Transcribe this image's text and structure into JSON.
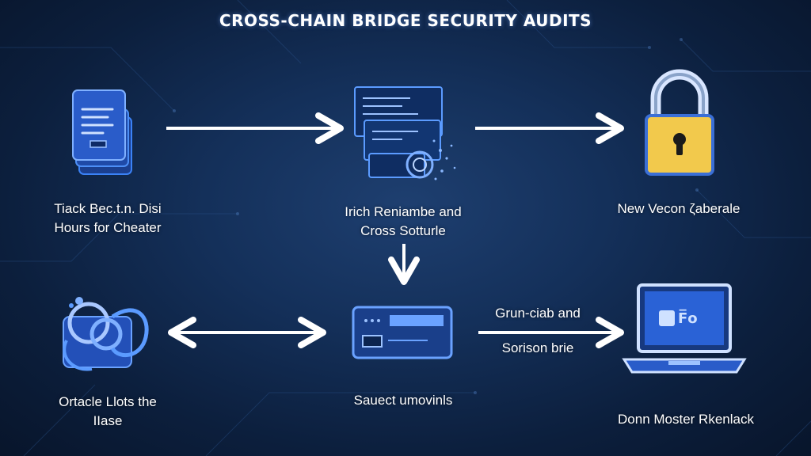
{
  "title": "CROSS-CHAIN BRIDGE SECURITY AUDITS",
  "colors": {
    "background": "#0c1f3d",
    "accent": "#3b82f6",
    "lock_body": "#f2c94c",
    "text": "#ffffff"
  },
  "nodes": [
    {
      "id": "documents",
      "icon": "document-stack-icon",
      "label_lines": [
        "Tiack Bec.t.n. Disi",
        "Hours for Cheater"
      ]
    },
    {
      "id": "code-scan",
      "icon": "code-scan-icon",
      "label_lines": [
        "Irich Reniambe and",
        "Cross Sotturle"
      ]
    },
    {
      "id": "lock",
      "icon": "padlock-icon",
      "label_lines": [
        "New Vecon ζaberale"
      ]
    },
    {
      "id": "oracle",
      "icon": "oracle-chain-icon",
      "label_lines": [
        "Ortacle Llots the",
        "IIase"
      ]
    },
    {
      "id": "card",
      "icon": "card-icon",
      "label_lines": [
        "Sauect umovinls"
      ]
    },
    {
      "id": "laptop",
      "icon": "laptop-icon",
      "label_lines": [
        "Donn Moster Rkenlack"
      ]
    }
  ],
  "laptop_screen_text": "F̅o",
  "arrow_labels": {
    "card_to_laptop": [
      "Grun-ciab and",
      "Sorison brie"
    ]
  },
  "edges": [
    {
      "from": "documents",
      "to": "code-scan",
      "style": "one-way"
    },
    {
      "from": "code-scan",
      "to": "lock",
      "style": "one-way"
    },
    {
      "from": "code-scan",
      "to": "card",
      "style": "one-way"
    },
    {
      "from": "oracle",
      "to": "card",
      "style": "two-way"
    },
    {
      "from": "card",
      "to": "laptop",
      "style": "one-way"
    }
  ]
}
